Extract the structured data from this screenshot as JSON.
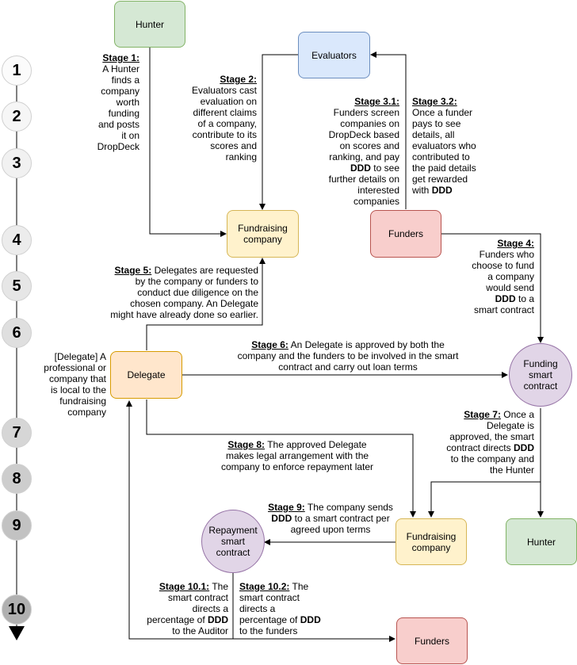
{
  "nodes": {
    "hunter_top": "Hunter",
    "evaluators": "Evaluators",
    "fundraising_top": "Fundraising company",
    "funders_top": "Funders",
    "delegate": "Delegate",
    "funding_contract": "Funding smart contract",
    "hunter_bottom": "Hunter",
    "fundraising_bottom": "Fundraising company",
    "repayment_contract": "Repayment smart contract",
    "funders_bottom": "Funders"
  },
  "notes": {
    "s1": {
      "stage": "Stage 1:",
      "text": "A Hunter finds a company worth funding and posts it on DropDeck"
    },
    "s2": {
      "stage": "Stage 2:",
      "text": "Evaluators cast evaluation on different claims of a company, contribute to its scores and ranking"
    },
    "s31": {
      "stage": "Stage 3.1:",
      "text_pre": "Funders screen companies on DropDeck based on scores and ranking, and pay",
      "bold": "DDD",
      "text_post": "to see further details on interested companies"
    },
    "s32": {
      "stage": "Stage 3.2:",
      "text_pre": "Once a funder pays to see details, all evaluators who contributed to the paid details get rewarded with",
      "bold": "DDD"
    },
    "s4": {
      "stage": "Stage 4:",
      "text_pre": "Funders who choose to fund a company would send",
      "bold": "DDD",
      "text_post": "to a smart contract"
    },
    "s5": {
      "stage": "Stage 5:",
      "text": "Delegates are requested by the company or funders to conduct due diligence on the chosen company. An Delegate might have already done so earlier."
    },
    "s6": {
      "stage": "Stage 6:",
      "text": "An Delegate is approved by both the company and the funders to be involved in the smart contract and carry out loan terms"
    },
    "delegate_desc": "[Delegate] A professional or company that is local to the fundraising company",
    "s7": {
      "stage": "Stage 7:",
      "text_pre": "Once a Delegate is approved, the smart contract directs",
      "bold": "DDD",
      "text_post": "to the company and the Hunter"
    },
    "s8": {
      "stage": "Stage 8:",
      "text": "The approved Delegate makes legal arrangement with the company to enforce repayment later"
    },
    "s9": {
      "stage": "Stage 9:",
      "text_pre": "The company sends",
      "bold": "DDD",
      "text_post": "to a smart contract per agreed upon terms"
    },
    "s101": {
      "stage": "Stage 10.1:",
      "text_pre": "The smart contract directs a percentage of",
      "bold": "DDD",
      "text_post": "to the Auditor"
    },
    "s102": {
      "stage": "Stage 10.2:",
      "text_pre": "The smart contract directs a percentage of",
      "bold": "DDD",
      "text_post": "to the funders"
    }
  },
  "timeline": [
    "1",
    "2",
    "3",
    "4",
    "5",
    "6",
    "7",
    "8",
    "9",
    "10"
  ],
  "colors": {
    "green": "#d5e8d4",
    "blue": "#dae8fc",
    "yellow": "#fff2cc",
    "red": "#f8cecc",
    "orange": "#ffe6cc",
    "purple": "#e1d5e7"
  }
}
